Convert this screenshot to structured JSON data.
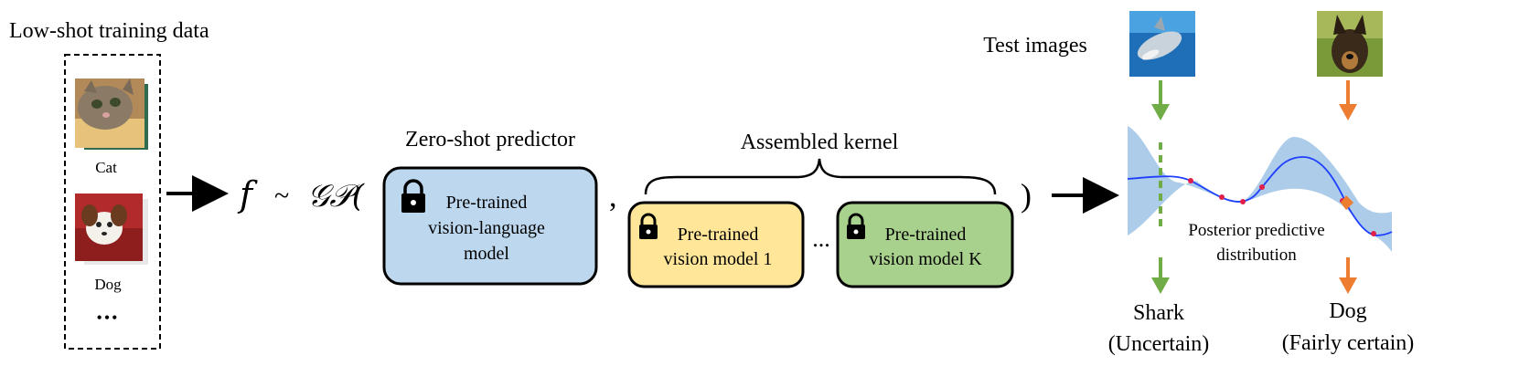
{
  "training": {
    "title": "Low-shot training data",
    "cat_label": "Cat",
    "dog_label": "Dog",
    "ellipsis": "•••"
  },
  "gp": {
    "f": "f",
    "tilde": "~",
    "gp": "𝒢𝒫(",
    "comma": ",",
    "close": ")"
  },
  "zero_shot": {
    "title": "Zero-shot predictor",
    "box_lines": [
      "Pre-trained",
      "vision-language",
      "model"
    ],
    "color": "#bdd7ee"
  },
  "kernel": {
    "title": "Assembled kernel",
    "model1_lines": [
      "Pre-trained",
      "vision model 1"
    ],
    "model1_color": "#ffe699",
    "dots": "...",
    "modelK_lines": [
      "Pre-trained",
      "vision model K"
    ],
    "modelK_color": "#a9d18e"
  },
  "test": {
    "title": "Test images",
    "arrow_green": "#70ad47",
    "arrow_orange": "#ed7d31"
  },
  "posterior": {
    "label_lines": [
      "Posterior predictive",
      "distribution"
    ],
    "band_color": "#9dc3e6",
    "mean_color": "#1f3fff",
    "point_color": "#e0204a"
  },
  "outputs": {
    "shark": [
      "Shark",
      "(Uncertain)"
    ],
    "dog": [
      "Dog",
      "(Fairly certain)"
    ]
  }
}
